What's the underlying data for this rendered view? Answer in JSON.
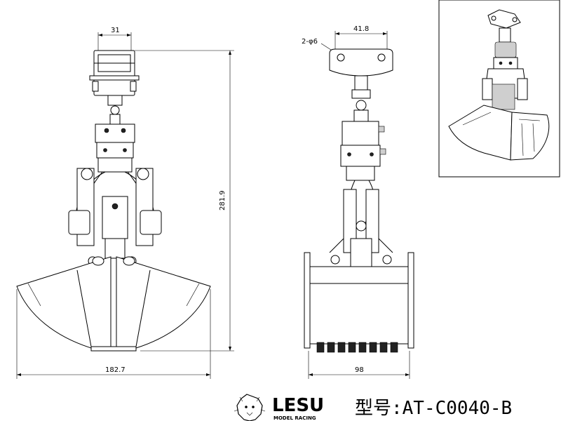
{
  "dimensions": {
    "front_top_width": "31",
    "front_height": "281.9",
    "front_bottom_width": "182.7",
    "side_hole_label": "2-φ6",
    "side_top_width": "41.8",
    "side_bottom_width": "98"
  },
  "brand": {
    "name": "LESU",
    "tagline": "MODEL RACING",
    "model_label": "型号:AT-C0040-B"
  },
  "icons": {
    "logo": "lion-head-icon"
  }
}
